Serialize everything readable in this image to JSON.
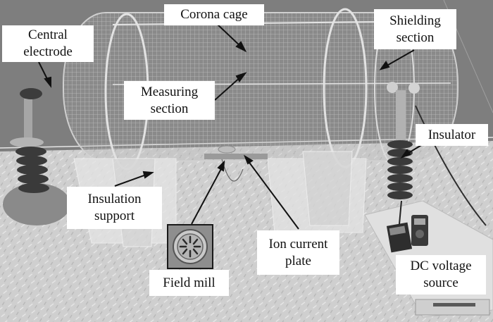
{
  "figure": {
    "description": "Corona cage experimental setup (grayscale photograph with callout labels)",
    "colors": {
      "label_background": "#ffffff",
      "label_text": "#111111",
      "arrow": "#111111",
      "wall": "#7d7d7d",
      "floor": "#d0d0d0",
      "insulator": "#3a3a3a"
    }
  },
  "labels": {
    "corona_cage": {
      "lines": [
        "Corona cage"
      ]
    },
    "central_electrode": {
      "lines": [
        "Central",
        "electrode"
      ]
    },
    "measuring_section": {
      "lines": [
        "Measuring",
        "section"
      ]
    },
    "shielding_section": {
      "lines": [
        "Shielding",
        "section"
      ]
    },
    "insulator": {
      "lines": [
        "Insulator"
      ]
    },
    "insulation_support": {
      "lines": [
        "Insulation",
        "support"
      ]
    },
    "field_mill": {
      "lines": [
        "Field mill"
      ]
    },
    "ion_current_plate": {
      "lines": [
        "Ion current",
        "plate"
      ]
    },
    "dc_voltage_source": {
      "lines": [
        "DC voltage",
        "source"
      ]
    }
  },
  "icons": {
    "field_mill_inset": "field-mill-rotor-icon"
  }
}
